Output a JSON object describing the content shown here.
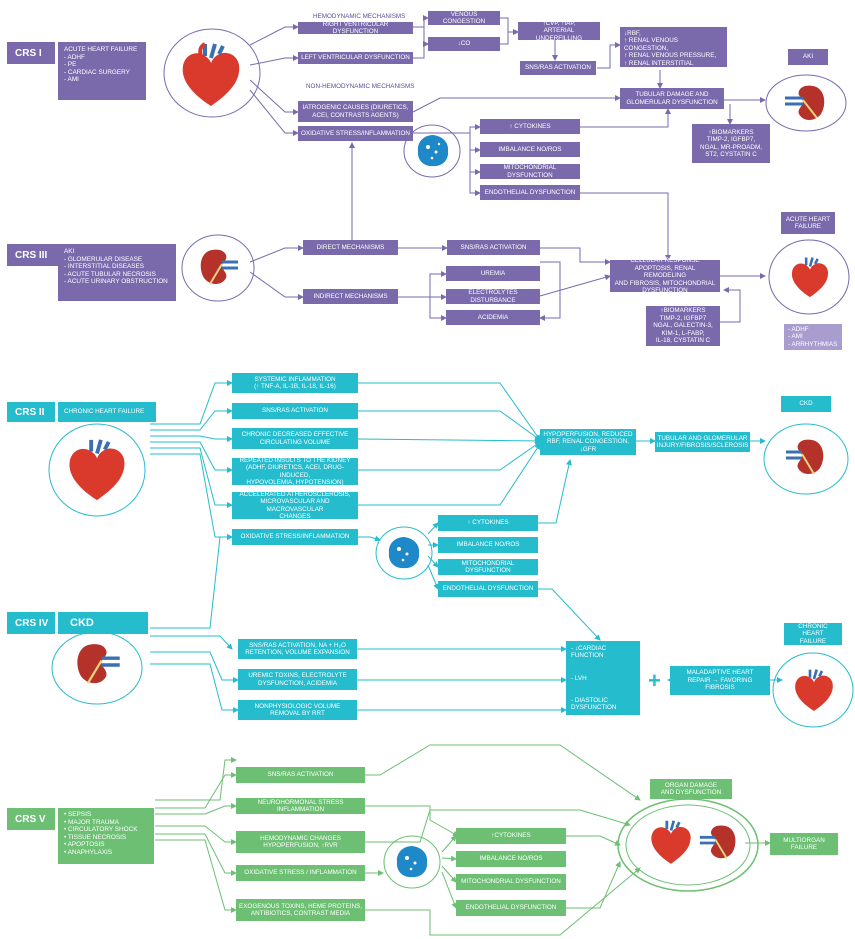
{
  "crs1": {
    "label": "CRS I",
    "desc": "ACUTE HEART FAILURE\n- ADHF\n- PE\n- CARDIAC SURGERY\n- AMI",
    "hemodynamic_label": "HEMODYNAMIC MECHANISMS",
    "nonhemodynamic_label": "NON-HEMODYNAMIC MECHANISMS",
    "rv": "RIGHT VENTRICULAR DYSFUNCTION",
    "lv": "LEFT VENTRICULAR DYSFUNCTION",
    "venous": "VENOUS CONGESTION",
    "co": "↓CO",
    "cvp": "↑CVP, ↑IAP,\nARTERIAL UNDERFILLING",
    "sns": "SNS/RAS ACTIVATION",
    "rbf": "↓RBF,\n↑ RENAL VENOUS CONGESTION,\n↑ RENAL VENOUS PRESSURE,\n↑ RENAL INTERSTITIAL PRESSURE",
    "iatrogenic": "IATROGENIC CAUSES (DIURETICS,\nACEI, CONTRASTS AGENTS)",
    "oxidative": "OXIDATIVE STRESS/INFLAMMATION",
    "cytokines": "↑ CYTOKINES",
    "imbalance": "IMBALANCE NO/ROS",
    "mito": "MITOCHONDRIAL DYSFUNCTION",
    "endo": "ENDOTHELIAL DYSFUNCTION",
    "tubular": "TUBULAR DAMAGE AND\nGLOMERULAR DYSFUNCTION",
    "biomarkers": "↑BIOMARKERS\nTIMP-2, IGFBP7,\nNGAL, MR-PROADM,\nST2, CYSTATIN C",
    "outcome": "AKI"
  },
  "crs3": {
    "label": "CRS III",
    "desc": "AKI\n- GLOMERULAR DISEASE\n- INTERSTITIAL DISEASES\n- ACUTE TUBULAR NECROSIS\n- ACUTE URINARY OBSTRUCTION",
    "direct": "DIRECT MECHANISMS",
    "indirect": "INDIRECT MECHANISMS",
    "sns": "SNS/RAS ACTIVATION",
    "uremia": "UREMIA",
    "electrolytes": "ELECTROLYTES DISTURBANCE",
    "acidemia": "ACIDEMIA",
    "cellular": "CELLULAR RESPONSE\nAPOPTOSIS, RENAL REMODELING\nAND FIBROSIS, MITOCHONDRIAL\nDYSFUNCTION",
    "biomarkers": "↑BIOMARKERS\nTIMP-2, IGFBP7\nNGAL, GALECTIN-3,\nKIM-1, L-FABP,\nIL-18, CYSTATIN C",
    "outcome": "ACUTE HEART\nFAILURE",
    "outcome_list": "- ADHF\n- AMI\n- ARRHYTHMIAS"
  },
  "crs2": {
    "label": "CRS II",
    "desc": "CHRONIC HEART FAILURE",
    "systemic": "SYSTEMIC INFLAMMATION\n(↑ TNF-α, IL-1β, IL-18, IL-16)",
    "sns": "SNS/RAS ACTIVATION",
    "chronic": "CHRONIC DECREASED EFFECTIVE\nCIRCULATING VOLUME",
    "repeated": "REPEATED INSULTS TO THE KIDNEY\n(ADHF, DIURETICS, ACEI, DRUG-INDUCED,\nHYPOVOLEMIA, HYPOTENSION)",
    "accelerated": "ACCELERATED ATHEROSCLEROSIS,\nMICROVASCULAR AND MACROVASCULAR\nCHANGES",
    "oxidative": "OXIDATIVE STRESS/INFLAMMATION",
    "cytokines": "↑ CYTOKINES",
    "imbalance": "IMBALANCE NO/ROS",
    "mito": "MITOCHONDRIAL DYSFUNCTION",
    "endo": "ENDOTHELIAL DYSFUNCTION",
    "hypoperfusion": "HYPOPERFUSION, REDUCED\nRBF, RENAL CONGESTION,\n↓GFR",
    "tubular": "TUBULAR AND GLOMERULAR\nINJURY/FIBROSIS/SCLEROSIS",
    "outcome": "CKD"
  },
  "crs4": {
    "label": "CRS IV",
    "desc": "CKD",
    "sns": "SNS/RAS ACTIVATION, Na + H₂O\nRETENTION, VOLUME EXPANSION",
    "uremic": "UREMIC TOXINS, ELECTROLYTE\nDYSFUNCTION, ACIDEMIA",
    "nonphys": "NONPHYSIOLOGIC VOLUME\nREMOVAL BY RRT",
    "cardiac": "- ↓CARDIAC\n  FUNCTION\n\n\n- LVH\n\n\n- DIASTOLIC\n  DYSFUNCTION",
    "plus": "+",
    "maladaptive": "MALADAPTIVE HEART\nREPAIR → FAVORING\nFIBROSIS",
    "outcome": "CHRONIC HEART\nFAILURE"
  },
  "crs5": {
    "label": "CRS V",
    "desc": "• SEPSIS\n• MAJOR TRAUMA\n• CIRCULATORY SHOCK\n• TISSUE NECROSIS\n• APOPTOSIS\n• ANAPHYLAXIS",
    "sns": "SNS/RAS ACTIVATION",
    "neuro": "NEUROHORMONAL STRESS INFLAMMATION",
    "hemo": "HEMODYNAMIC CHANGES\nHYPOPERFUSION, ↑RVR",
    "oxidative": "OXIDATIVE STRESS / INFLAMMATION",
    "exogenous": "EXOGENOUS TOXINS, HEME PROTEINS,\nANTIBIOTICS, CONTRAST MEDIA",
    "cytokines": "↑CYTOKINES",
    "imbalance": "IMBALANCE NO/ROS",
    "mito": "MITOCHONDRIAL DYSFUNCTION",
    "endo": "ENDOTHELIAL DYSFUNCTION",
    "organ": "ORGAN DAMAGE\nAND DYSFUNCTION",
    "outcome": "MULTIORGAN\nFAILURE"
  },
  "colors": {
    "purple": "#7a6aac",
    "purple_light": "#a99dd0",
    "teal": "#25bccd",
    "green": "#6cbf73",
    "heart": "#d93a2b",
    "kidney": "#b5322a"
  },
  "icons": [
    "heart-icon",
    "kidney-icon",
    "cell-icon",
    "plus-icon"
  ]
}
